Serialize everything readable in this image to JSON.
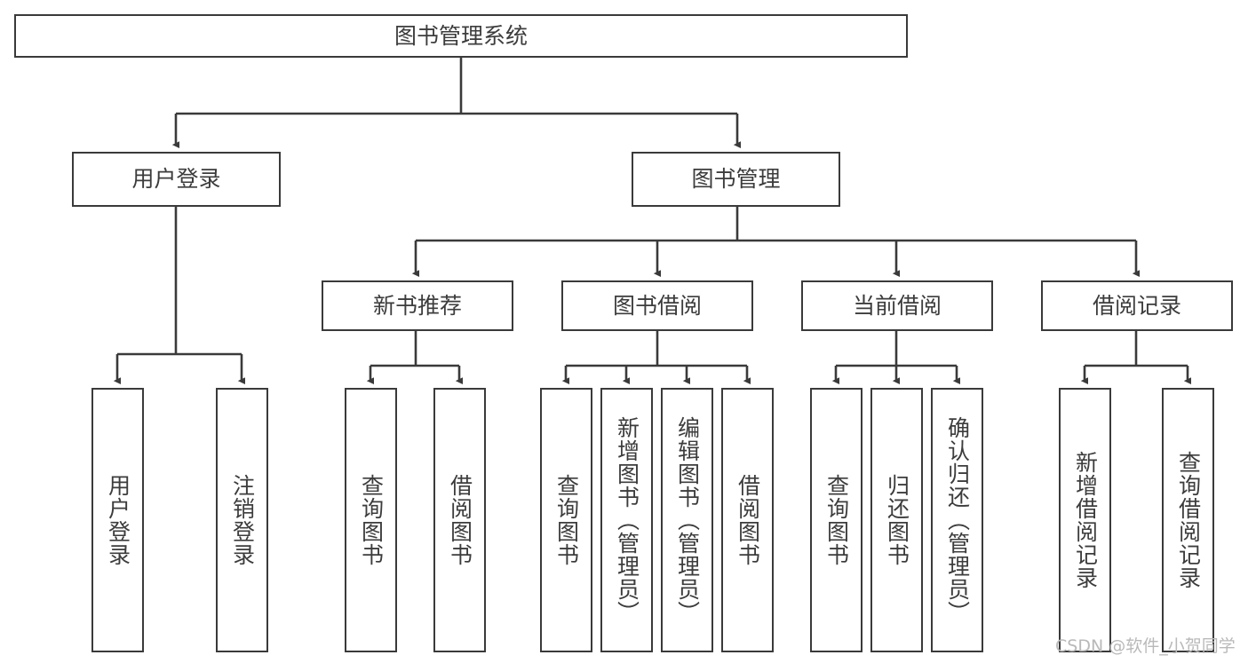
{
  "diagram": {
    "title": "图书管理系统",
    "type": "tree-hierarchy-chart",
    "watermark": "CSDN @软件_小贺同学",
    "colors": {
      "stroke": "#3a3a3a",
      "text": "#3c3c3c",
      "background": "#ffffff",
      "watermark": "#b9b9b9"
    },
    "nodes": {
      "root": {
        "label": "图书管理系统"
      },
      "level2": [
        {
          "label": "用户登录"
        },
        {
          "label": "图书管理"
        }
      ],
      "level3": [
        {
          "label": "新书推荐"
        },
        {
          "label": "图书借阅"
        },
        {
          "label": "当前借阅"
        },
        {
          "label": "借阅记录"
        }
      ],
      "leaves": {
        "user_login": [
          {
            "label": "用户登录"
          },
          {
            "label": "注销登录"
          }
        ],
        "new_book_recommend": [
          {
            "label": "查询图书"
          },
          {
            "label": "借阅图书"
          }
        ],
        "book_borrow": [
          {
            "label": "查询图书"
          },
          {
            "label": "新增图书（管理员）"
          },
          {
            "label": "编辑图书（管理员）"
          },
          {
            "label": "借阅图书"
          }
        ],
        "current_borrow": [
          {
            "label": "查询图书"
          },
          {
            "label": "归还图书"
          },
          {
            "label": "确认归还（管理员）"
          }
        ],
        "borrow_record": [
          {
            "label": "新增借阅记录"
          },
          {
            "label": "查询借阅记录"
          }
        ]
      }
    }
  }
}
